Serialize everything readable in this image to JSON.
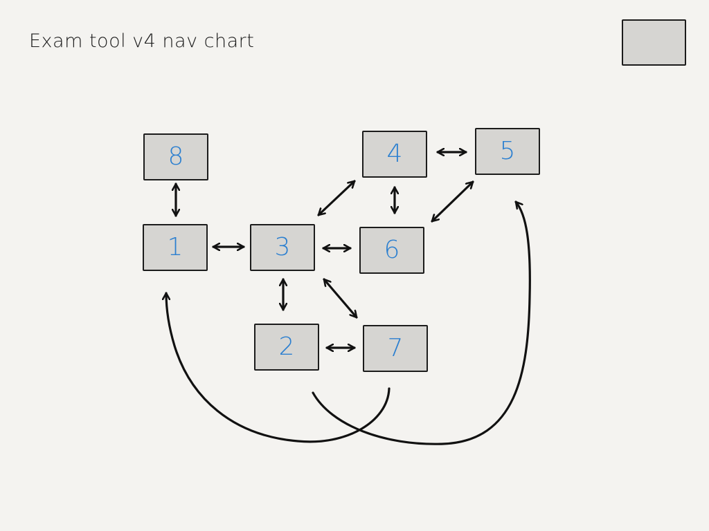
{
  "title": "Exam tool v4  nav chart",
  "colors": {
    "background": "#f4f3f0",
    "box_fill": "#d6d5d2",
    "label_blue": "#2b7fd0",
    "ink": "#111111"
  },
  "nodes": {
    "n8": "8",
    "n1": "1",
    "n3": "3",
    "n6": "6",
    "n4": "4",
    "n5": "5",
    "n2": "2",
    "n7": "7"
  },
  "edges": [
    {
      "from": "8",
      "to": "1",
      "style": "double-arrow"
    },
    {
      "from": "1",
      "to": "3",
      "style": "double-arrow"
    },
    {
      "from": "3",
      "to": "6",
      "style": "double-arrow"
    },
    {
      "from": "3",
      "to": "4",
      "style": "double-arrow"
    },
    {
      "from": "4",
      "to": "5",
      "style": "double-arrow"
    },
    {
      "from": "4",
      "to": "6",
      "style": "double-arrow"
    },
    {
      "from": "6",
      "to": "5",
      "style": "double-arrow"
    },
    {
      "from": "3",
      "to": "2",
      "style": "double-arrow"
    },
    {
      "from": "3",
      "to": "7",
      "style": "double-arrow"
    },
    {
      "from": "2",
      "to": "7",
      "style": "double-arrow"
    },
    {
      "from": "7",
      "to": "1",
      "style": "curved-arrow"
    },
    {
      "from": "2",
      "to": "5",
      "style": "curved-arrow"
    }
  ]
}
